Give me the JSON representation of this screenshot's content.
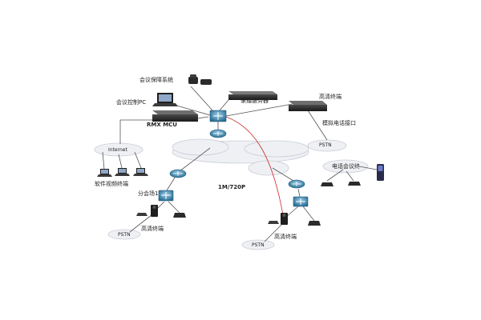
{
  "labels": {
    "conf_support": "会议保障系统",
    "conf_pc": "会议控制PC",
    "record_server": "录播服务器",
    "rmx_mcu": "RMX MCU",
    "hd_terminal_top": "高清终端",
    "analog_port": "模拟电话接口",
    "internet": "Internet",
    "pstn_right": "PSTN",
    "phone_conf": "电话会议终",
    "soft_terminal": "软件视频终端",
    "branch1": "分会场1",
    "bw": "1M/720P",
    "hd_terminal_left": "高清终端",
    "pstn_left": "PSTN",
    "hd_terminal_mid": "高清终端",
    "pstn_mid": "PSTN"
  },
  "colors": {
    "line": "#555555",
    "red_link": "#cc2a2a",
    "cloud": "#eef0f4",
    "router": "#3a8db8",
    "device": "#2b2b2b"
  }
}
